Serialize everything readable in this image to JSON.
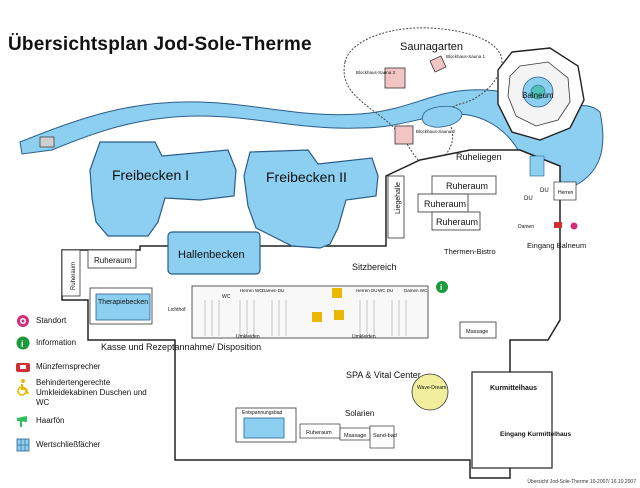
{
  "title": "Übersichtsplan Jod-Sole-Therme",
  "footer": "Übersicht Jod-Sole-Therme 10-2007/ 16.10.2007",
  "colors": {
    "water": "#8ccff0",
    "water_stroke": "#2a5d8a",
    "sauna_hut": "#f2c4c4",
    "wave": "#f1ef9e",
    "lounge": "#4ec3b6",
    "accessible": "#e8b800",
    "standort": "#d02f7c",
    "phone": "#d23030",
    "info": "#1a9a3a"
  },
  "labels": {
    "saunagarten": "Saunagarten",
    "blockhaus1": "Blockhaus-Sauna 1",
    "blockhaus2": "Blockhaus-Sauna 2",
    "blockhaus3": "Blockhaus-Sauna 3",
    "balneum": "Balneum",
    "freibecken1": "Freibecken I",
    "freibecken2": "Freibecken II",
    "hallenbecken": "Hallenbecken",
    "ruheliegen": "Ruheliegen",
    "liegehalle": "Liegehalle",
    "ruheraum": "Ruheraum",
    "thermen_bistro": "Thermen-Bistro",
    "eingang_balneum": "Eingang Balneum",
    "sitzbereich": "Sitzbereich",
    "therapiebecken": "Therapiebecken",
    "lichthof": "Lichthof",
    "kasse": "Kasse und Rezeptannahme/ Disposition",
    "spa": "SPA & Vital Center",
    "solarien": "Solarien",
    "massage": "Massage",
    "sandbad": "Sand-bad",
    "entspannungsbad": "Entspannungsbad",
    "wave_dream": "Wave-Dream",
    "kurmittelhaus": "Kurmittelhaus",
    "eingang_kurmittelhaus": "Eingang Kurmittelhaus",
    "umkleiden": "Umkleiden",
    "wc": "WC",
    "herren": "Herren",
    "damen": "Damen",
    "du": "DU",
    "herren_wc": "Herren WC",
    "damen_du": "Damen DU",
    "herren_du": "Herren DU",
    "damen_wc": "Damen WC",
    "wc_du": "WC DU"
  },
  "legend": [
    {
      "icon": "standort-icon",
      "label": "Standort"
    },
    {
      "icon": "info-icon",
      "label": "Information"
    },
    {
      "icon": "phone-icon",
      "label": "Münzfernsprecher"
    },
    {
      "icon": "accessible-icon",
      "label": "Behindertengerechte Umkleidekabinen Duschen und WC"
    },
    {
      "icon": "hairdryer-icon",
      "label": "Haarfön"
    },
    {
      "icon": "locker-icon",
      "label": "Wertschließfächer"
    }
  ]
}
